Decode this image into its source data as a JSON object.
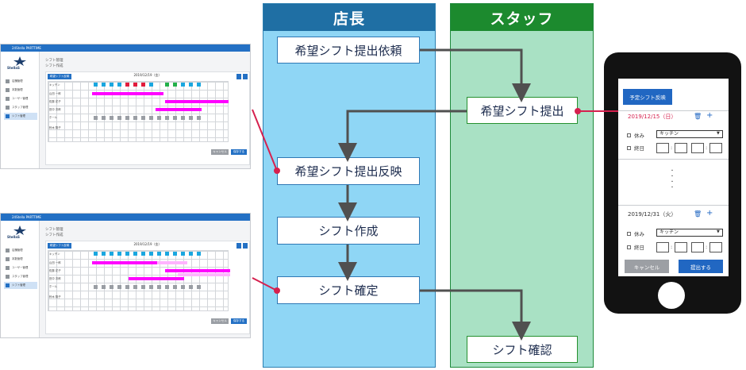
{
  "lanes": {
    "manager": "店長",
    "staff": "スタッフ"
  },
  "steps": {
    "request": "希望シフト提出依頼",
    "submit": "希望シフト提出",
    "reflect": "希望シフト提出反映",
    "create": "シフト作成",
    "confirm": "シフト確定",
    "check": "シフト確認"
  },
  "app_top": {
    "brand": "24Stella PARTTIME",
    "logo_text": "StellaS",
    "menu": [
      "店舗管理",
      "本数管理",
      "ユーザー管理",
      "スタッフ管理",
      "シフト管理"
    ],
    "title": "シフト管理",
    "subtitle": "シフト作成",
    "reflect_button": "希望シフト反映",
    "date": "2019/12/19（金）",
    "rows": [
      "キッチン",
      "山田 一郎",
      "佐藤 花子",
      "田中 次郎",
      "ホール",
      "鈴木 翔子"
    ],
    "cancel": "キャンセル",
    "save": "保存する"
  },
  "app_bottom": {
    "brand": "24Stella PARTTIME",
    "logo_text": "StellaS",
    "menu": [
      "店舗管理",
      "本数管理",
      "ユーザー管理",
      "スタッフ管理",
      "シフト管理"
    ],
    "title": "シフト管理",
    "subtitle": "シフト作成",
    "reflect_button": "希望シフト反映",
    "date": "2019/12/19（金）",
    "rows": [
      "キッチン",
      "山田 一郎",
      "佐藤 花子",
      "田中 次郎",
      "ホール",
      "鈴木 翔子"
    ],
    "cancel": "キャンセル",
    "save": "保存する"
  },
  "phone": {
    "reflect_button": "予定シフト反映",
    "date1": "2019/12/15（日）",
    "date2": "2019/12/31（火）",
    "off_label": "休み",
    "allday_label": "終日",
    "role_value": "キッチン",
    "colon": ":",
    "ellipsis": "・\n・\n・\n・",
    "trash_icon": "🗑",
    "plus": "+",
    "cancel": "キャンセル",
    "submit": "提出する"
  },
  "colors": {
    "manager_head": "#1f6fa4",
    "manager_fill": "#8fd6f5",
    "staff_head": "#1c8a2e",
    "staff_fill": "#a9e1c4",
    "connector": "#d6204e",
    "arrow": "#505050",
    "shift_bar": "#ff00ff",
    "holiday_red": "#d6204e"
  }
}
